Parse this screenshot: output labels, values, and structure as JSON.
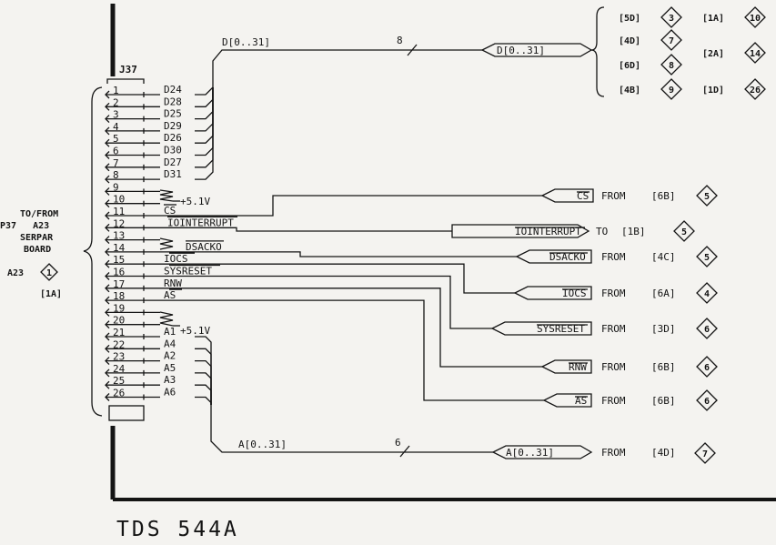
{
  "connector": {
    "ref": "J37",
    "pins": [
      {
        "num": "1",
        "net": "D24"
      },
      {
        "num": "2",
        "net": "D28"
      },
      {
        "num": "3",
        "net": "D25"
      },
      {
        "num": "4",
        "net": "D29"
      },
      {
        "num": "5",
        "net": "D26"
      },
      {
        "num": "6",
        "net": "D30"
      },
      {
        "num": "7",
        "net": "D27"
      },
      {
        "num": "8",
        "net": "D31"
      },
      {
        "num": "9",
        "net": ""
      },
      {
        "num": "10",
        "net": "+5.1V"
      },
      {
        "num": "11",
        "net": "CS"
      },
      {
        "num": "12",
        "net": "IOINTERRUPT"
      },
      {
        "num": "13",
        "net": ""
      },
      {
        "num": "14",
        "net": "DSACKO"
      },
      {
        "num": "15",
        "net": "IOCS"
      },
      {
        "num": "16",
        "net": "SYSRESET"
      },
      {
        "num": "17",
        "net": "RNW"
      },
      {
        "num": "18",
        "net": "AS"
      },
      {
        "num": "19",
        "net": ""
      },
      {
        "num": "20",
        "net": "+5.1V"
      },
      {
        "num": "21",
        "net": "A1"
      },
      {
        "num": "22",
        "net": "A4"
      },
      {
        "num": "23",
        "net": "A2"
      },
      {
        "num": "24",
        "net": "A5"
      },
      {
        "num": "25",
        "net": "A3"
      },
      {
        "num": "26",
        "net": "A6"
      }
    ]
  },
  "left_label": {
    "lines": [
      "TO/FROM",
      "P37   A23",
      "SERPAR",
      "BOARD"
    ],
    "ref": "A23",
    "ref_num": "1",
    "ref_sheet": "[1A]"
  },
  "data_bus": {
    "name": "D[0..31]",
    "count": "8",
    "flag": "D[0..31]",
    "refs": [
      {
        "sheet": "[5D]",
        "num": "3"
      },
      {
        "sheet": "[4D]",
        "num": "7"
      },
      {
        "sheet": "[6D]",
        "num": "8"
      },
      {
        "sheet": "[4B]",
        "num": "9"
      },
      {
        "sheet": "[1A]",
        "num": "10"
      },
      {
        "sheet": "[2A]",
        "num": "14"
      },
      {
        "sheet": "[1D]",
        "num": "26"
      }
    ]
  },
  "addr_bus": {
    "name": "A[0..31]",
    "count": "6",
    "flag": "A[0..31]",
    "dir": "FROM",
    "sheet": "[4D]",
    "num": "7"
  },
  "signals": [
    {
      "flag": "CS",
      "dir": "FROM",
      "sheet": "[6B]",
      "num": "5"
    },
    {
      "flag": "IOINTERRUPT",
      "dir": "TO",
      "sheet": "[1B]",
      "num": "5"
    },
    {
      "flag": "DSACKO",
      "dir": "FROM",
      "sheet": "[4C]",
      "num": "5"
    },
    {
      "flag": "IOCS",
      "dir": "FROM",
      "sheet": "[6A]",
      "num": "4"
    },
    {
      "flag": "SYSRESET",
      "dir": "FROM",
      "sheet": "[3D]",
      "num": "6"
    },
    {
      "flag": "RNW",
      "dir": "FROM",
      "sheet": "[6B]",
      "num": "6"
    },
    {
      "flag": "AS",
      "dir": "FROM",
      "sheet": "[6B]",
      "num": "6"
    }
  ],
  "footer": {
    "title": "TDS 544A"
  }
}
